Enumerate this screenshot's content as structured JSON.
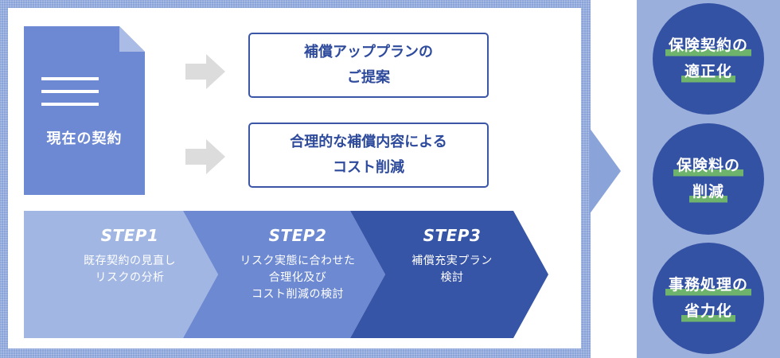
{
  "colors": {
    "frame": "#8aa3d8",
    "document": "#6e89d3",
    "document_fold": "#aabbe5",
    "arrow": "#dcdcdc",
    "box_border": "#3b56a6",
    "box_text": "#2d4a9c",
    "step1": "#a1b6e2",
    "step2": "#6d89d2",
    "step3": "#3755a6",
    "panel": "#9aafdc",
    "circle": "#3452a4",
    "highlight": "#74be66"
  },
  "document": {
    "label": "現在の契約",
    "icon": "document-icon"
  },
  "proposals": [
    {
      "text": "補償アッププランの\nご提案"
    },
    {
      "text": "合理的な補償内容による\nコスト削減"
    }
  ],
  "steps": [
    {
      "title": "STEP1",
      "desc": "既存契約の見直し\nリスクの分析"
    },
    {
      "title": "STEP2",
      "desc": "リスク実態に合わせた\n合理化及び\nコスト削減の検討"
    },
    {
      "title": "STEP3",
      "desc": "補償充実プラン\n検討"
    }
  ],
  "results": [
    {
      "line1": "保険契約の",
      "line2": "適正化"
    },
    {
      "line1": "保険料の",
      "line2": "削減"
    },
    {
      "line1": "事務処理の",
      "line2": "省力化"
    }
  ]
}
